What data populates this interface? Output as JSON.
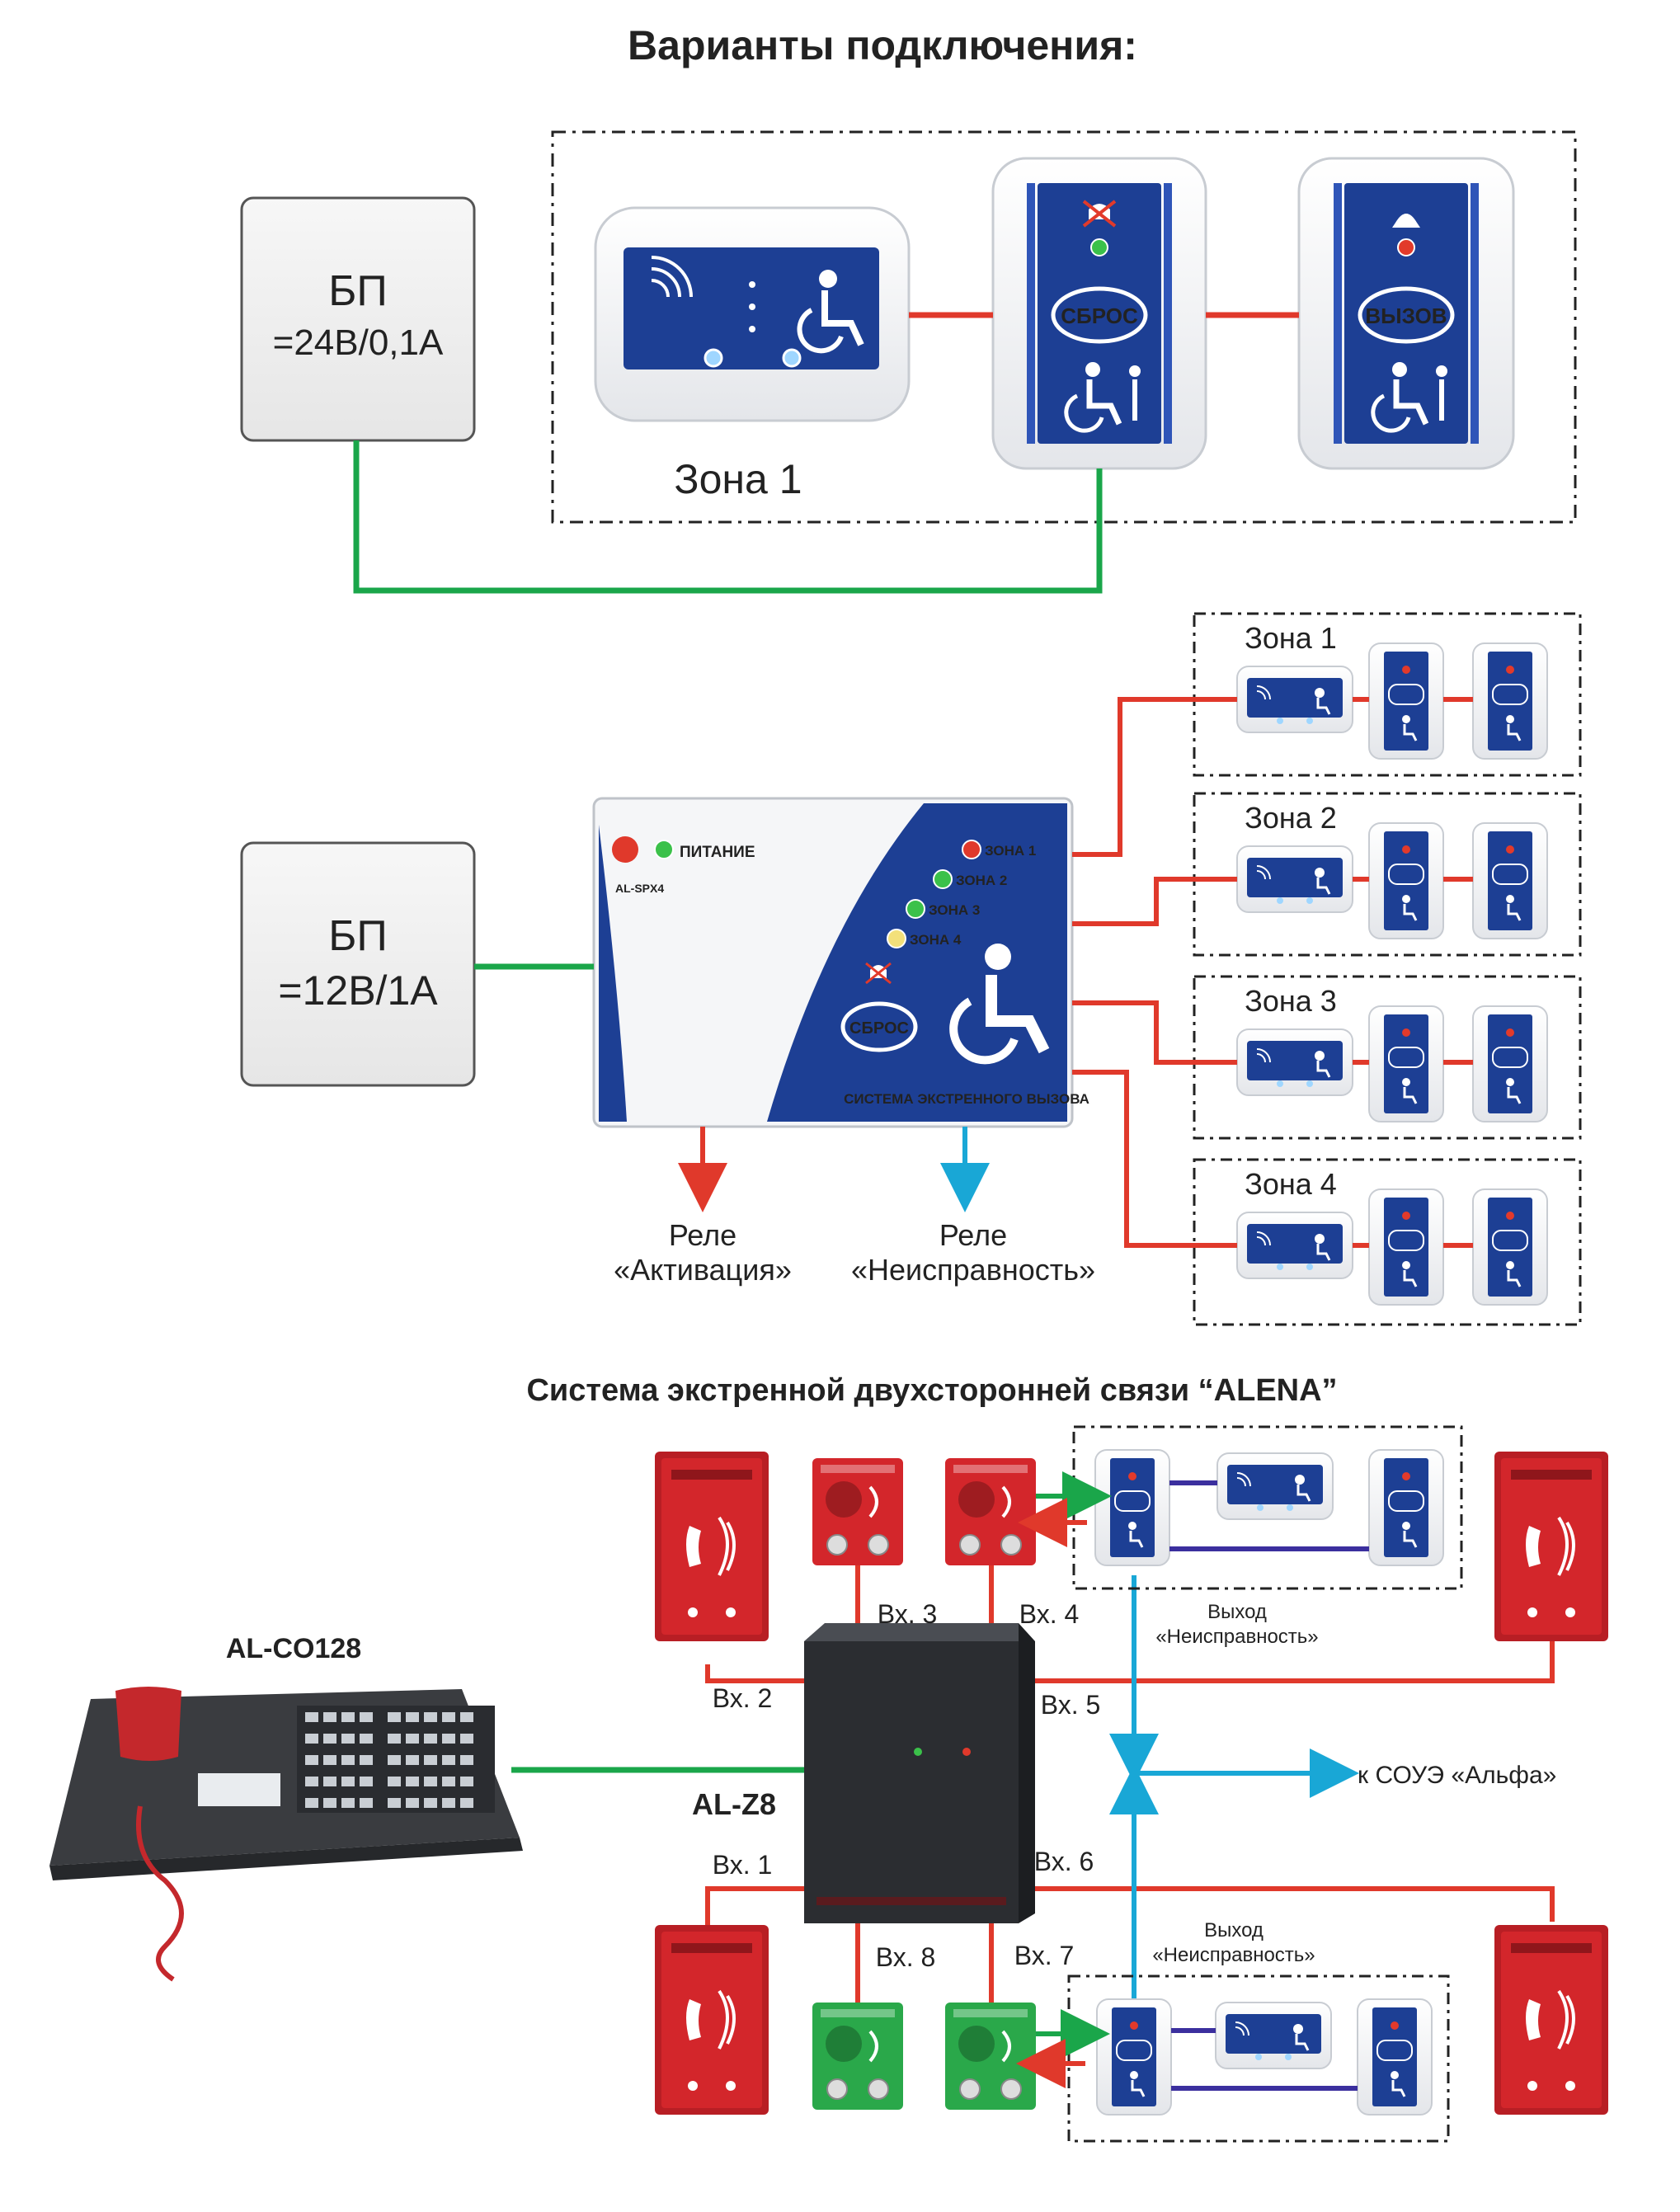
{
  "title": "Варианты подключения:",
  "section1": {
    "psu": {
      "name": "БП",
      "spec": "=24В/0,1А"
    },
    "zone_label": "Зона 1",
    "reset_label": "СБРОС",
    "call_label": "ВЫЗОВ"
  },
  "section2": {
    "psu": {
      "name": "БП",
      "spec": "=12В/1А"
    },
    "controller": {
      "power_label": "ПИТАНИЕ",
      "model": "AL-SPX4",
      "zone_leds": [
        "ЗОНА 1",
        "ЗОНА 2",
        "ЗОНА 3",
        "ЗОНА 4"
      ],
      "reset_label": "СБРОС",
      "footer": "СИСТЕМА ЭКСТРЕННОГО ВЫЗОВА"
    },
    "zones": [
      "Зона 1",
      "Зона 2",
      "Зона 3",
      "Зона 4"
    ],
    "relay_activation": {
      "line1": "Реле",
      "line2": "«Активация»"
    },
    "relay_fault": {
      "line1": "Реле",
      "line2": "«Неисправность»"
    }
  },
  "section3": {
    "title": "Система экстренной двухсторонней связи “ALENA”",
    "console_label": "AL-CO128",
    "hub_label": "AL-Z8",
    "inputs": [
      "Вх. 1",
      "Вх. 2",
      "Вх. 3",
      "Вх. 4",
      "Вх. 5",
      "Вх. 6",
      "Вх. 7",
      "Вх. 8"
    ],
    "fault_output": {
      "line1": "Выход",
      "line2": "«Неисправность»"
    },
    "to_soue": "к СОУЭ «Альфа»"
  },
  "colors": {
    "red_line": "#e0392b",
    "green_line": "#1aa64a",
    "blue_line": "#19a7d6",
    "panel_blue": "#1d3f94",
    "device_red": "#d3262b",
    "device_green": "#2aa84a"
  }
}
